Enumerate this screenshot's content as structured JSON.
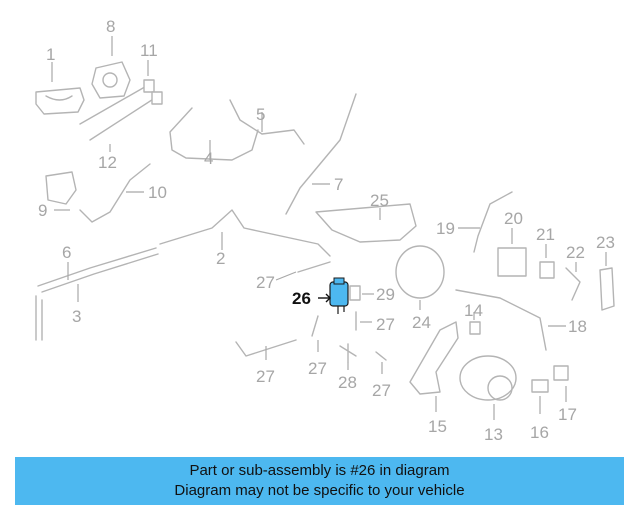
{
  "callouts": [
    "1",
    "2",
    "3",
    "4",
    "5",
    "6",
    "7",
    "8",
    "9",
    "10",
    "11",
    "12",
    "13",
    "14",
    "15",
    "16",
    "17",
    "18",
    "19",
    "20",
    "21",
    "22",
    "23",
    "24",
    "25",
    "26",
    "27",
    "28",
    "29"
  ],
  "highlight_part": "26",
  "highlight_color": "#4db8f0",
  "banner": {
    "line1": "Part or sub-assembly is #26 in diagram",
    "line2": "Diagram may not be specific to your vehicle",
    "color": "#4db8f0"
  }
}
